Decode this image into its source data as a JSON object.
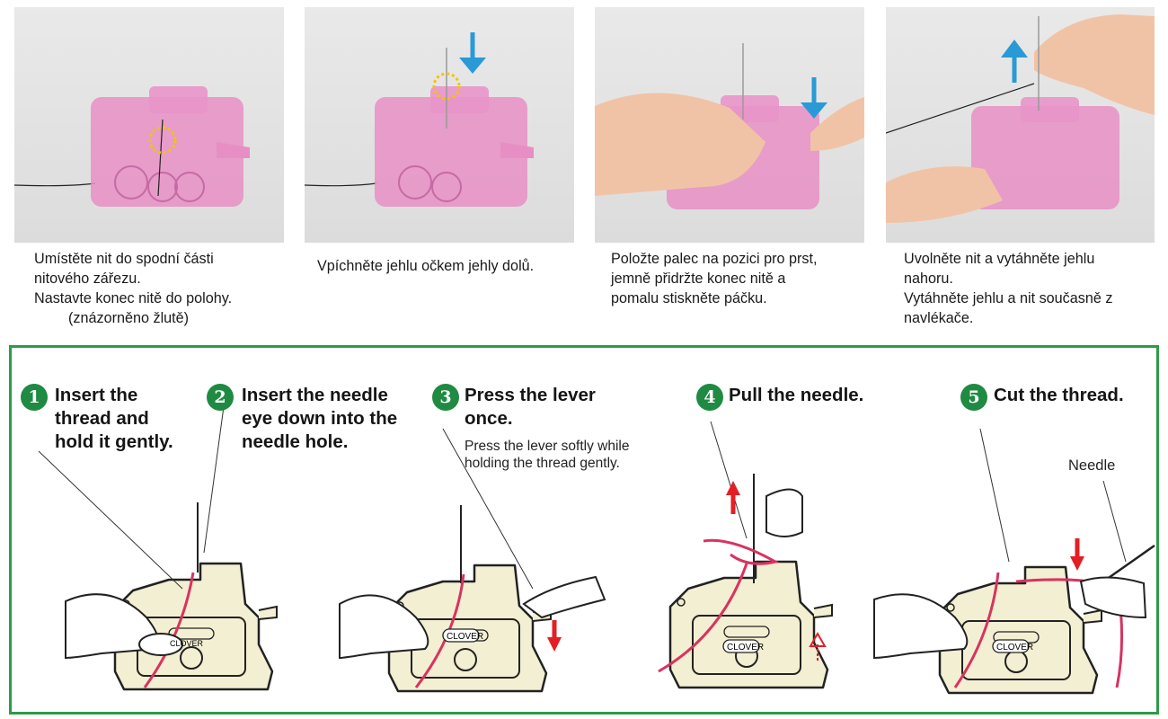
{
  "colors": {
    "panel_border": "#2f9a47",
    "step_badge": "#1f8a42",
    "thread": "#d8335f",
    "arrow_red": "#e31e24",
    "arrow_blue": "#2a9ad6",
    "highlight_yellow": "#f3c400",
    "device_pink": "#e78fc4",
    "device_cream": "#f3efd2"
  },
  "photos": [
    {
      "caption_lines": [
        "Umístěte nit do spodní části",
        "nitového zářezu.",
        "Nastavte konec nitě do polohy.",
        "(znázorněno žlutě)"
      ],
      "highlight": "yellow-dotted-circle"
    },
    {
      "caption_lines": [
        "Vpíchněte jehlu očkem jehly dolů."
      ],
      "arrow": "arrow-down-icon"
    },
    {
      "caption_lines": [
        "Položte palec na pozici pro prst,",
        "jemně přidržte konec nitě a",
        "pomalu stiskněte páčku."
      ],
      "arrow": "arrow-down-icon"
    },
    {
      "caption_lines": [
        "Uvolněte nit a vytáhněte jehlu",
        "nahoru.",
        "Vytáhněte jehlu a nit současně z",
        "navlékače."
      ],
      "arrow": "arrow-up-icon"
    }
  ],
  "steps": [
    {
      "number": "1",
      "title_lines": [
        "Insert the",
        "thread and",
        "hold it gently."
      ]
    },
    {
      "number": "2",
      "title_lines": [
        "Insert the needle",
        "eye down into the",
        "needle hole."
      ]
    },
    {
      "number": "3",
      "title_lines": [
        "Press the lever",
        "once."
      ],
      "note_lines": [
        "Press the lever softly while",
        "holding the thread gently."
      ]
    },
    {
      "number": "4",
      "title_lines": [
        "Pull the needle."
      ]
    },
    {
      "number": "5",
      "title_lines": [
        "Cut the thread."
      ]
    }
  ],
  "device_brand": "CLOVER",
  "needle_label": "Needle"
}
